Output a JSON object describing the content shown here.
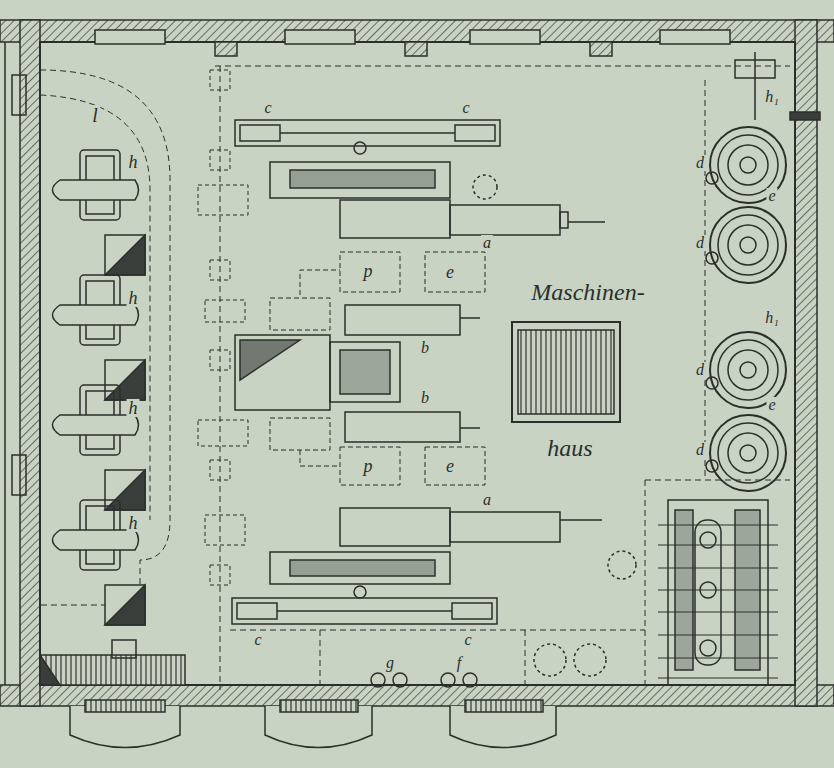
{
  "diagram": {
    "labels": [
      "l",
      "h",
      "h",
      "h",
      "h",
      "c",
      "c",
      "a",
      "p",
      "e",
      "Maschinen-",
      "h₁",
      "d",
      "e",
      "d",
      "b",
      "h₁",
      "d",
      "b",
      "e",
      "d",
      "haus",
      "p",
      "e",
      "a",
      "c",
      "c",
      "g",
      "f"
    ]
  }
}
